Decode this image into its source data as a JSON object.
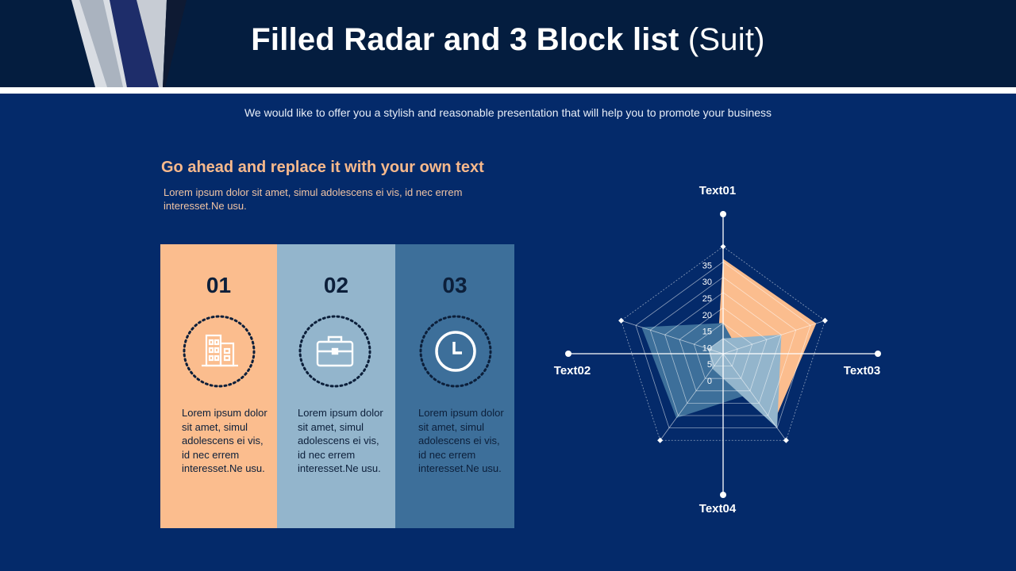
{
  "header": {
    "title_bold": "Filled Radar and 3 Block list",
    "title_light": "(Suit)",
    "subtitle": "We would like to offer you a stylish and reasonable presentation that will help you to promote your business"
  },
  "intro": {
    "heading": "Go ahead and replace it with your own text",
    "description": "Lorem ipsum dolor sit amet, simul adolescens ei vis, id nec errem interesset.Ne usu."
  },
  "blocks": [
    {
      "number": "01",
      "icon": "building-icon",
      "text": "Lorem ipsum dolor sit amet, simul adolescens ei vis, id nec errem interesset.Ne usu."
    },
    {
      "number": "02",
      "icon": "briefcase-icon",
      "text": "Lorem ipsum dolor sit amet, simul adolescens ei vis, id nec errem interesset.Ne usu."
    },
    {
      "number": "03",
      "icon": "clock-icon",
      "text": "Lorem ipsum dolor sit amet, simul adolescens ei vis, id nec errem interesset.Ne usu."
    }
  ],
  "colors": {
    "background": "#042a6a",
    "header": "#041d3f",
    "peach": "#fbbd8e",
    "light_blue": "#93b5cc",
    "steel_blue": "#3d6f9a",
    "dark_text": "#0c1f3a"
  },
  "chart_data": {
    "type": "radar",
    "categories": [
      "Text01",
      "Text03",
      "",
      "Text04",
      "Text02"
    ],
    "ticks": [
      "0",
      "5",
      "10",
      "15",
      "20",
      "25",
      "30",
      "35"
    ],
    "rmax": 35,
    "grid": true,
    "series": [
      {
        "values": [
          31,
          32,
          28,
          0,
          2
        ],
        "color": "#fbbd8e"
      },
      {
        "values": [
          10,
          5,
          16,
          26,
          28
        ],
        "color": "#3d6f9a"
      },
      {
        "values": [
          5,
          20,
          30,
          6,
          5
        ],
        "color": "#93b5cc"
      }
    ]
  }
}
